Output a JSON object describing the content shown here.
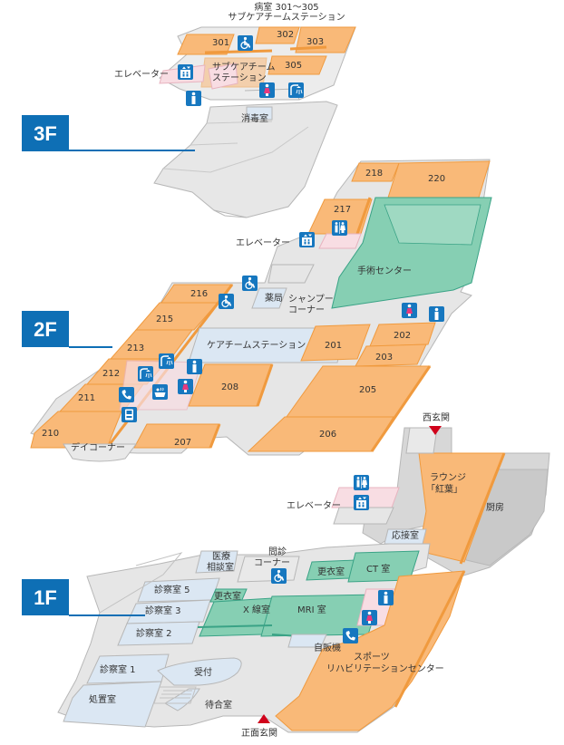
{
  "colors": {
    "room": "#f9b978",
    "room_edge": "#f09a3e",
    "center": "#86cfb3",
    "center_edge": "#3aa386",
    "station": "#dbe7f3",
    "corridor": "#e3e3e3",
    "outline": "#b7b7b7",
    "elevator_area": "#f8dde3",
    "floor_tag": "#0e6fb5",
    "icon_bg": "#1677bf",
    "arrow": "#d0021b"
  },
  "floors": {
    "f3": {
      "tag": "3F",
      "header_line1": "病室 301～305",
      "header_line2": "サブケアチームステーション",
      "rooms": [
        "301",
        "302",
        "303",
        "305"
      ],
      "elevator": "エレベーター",
      "station_line1": "サブケアチーム",
      "station_line2": "ステーション",
      "disinfection": "消毒室"
    },
    "f2": {
      "tag": "2F",
      "rooms_left": [
        "216",
        "215",
        "213",
        "212",
        "211",
        "210"
      ],
      "rooms_right": [
        "218",
        "220",
        "217",
        "201",
        "202",
        "203",
        "205",
        "206",
        "207",
        "208"
      ],
      "elevator": "エレベーター",
      "surgery": "手術センター",
      "pharmacy": "薬局",
      "shampoo_line1": "シャンプー",
      "shampoo_line2": "コーナー",
      "care_station": "ケアチームステーション",
      "day_corner": "デイコーナー"
    },
    "f1": {
      "tag": "1F",
      "west_entrance": "西玄関",
      "lounge_line1": "ラウンジ",
      "lounge_line2": "「紅葉」",
      "kitchen": "厨房",
      "elevator": "エレベーター",
      "reception_room": "応接室",
      "consult_line1": "医療",
      "consult_line2": "相談室",
      "inquiry_line1": "問診",
      "inquiry_line2": "コーナー",
      "changing1": "更衣室",
      "ct": "CT 室",
      "exam5": "診察室 5",
      "changing2": "更衣室",
      "exam3": "診察室 3",
      "xray": "X 線室",
      "mri": "MRI 室",
      "exam2": "診察室 2",
      "vending": "自販機",
      "sports_line1": "スポーツ",
      "sports_line2": "リハビリテーションセンター",
      "exam1": "診察室 1",
      "reception": "受付",
      "treatment": "処置室",
      "waiting": "待合室",
      "main_entrance": "正面玄関"
    }
  },
  "icons": [
    "wheelchair-icon",
    "elevator-icon",
    "restroom-icon",
    "male-icon",
    "female-icon",
    "shower-icon",
    "bath-icon",
    "phone-icon",
    "vending-icon"
  ]
}
